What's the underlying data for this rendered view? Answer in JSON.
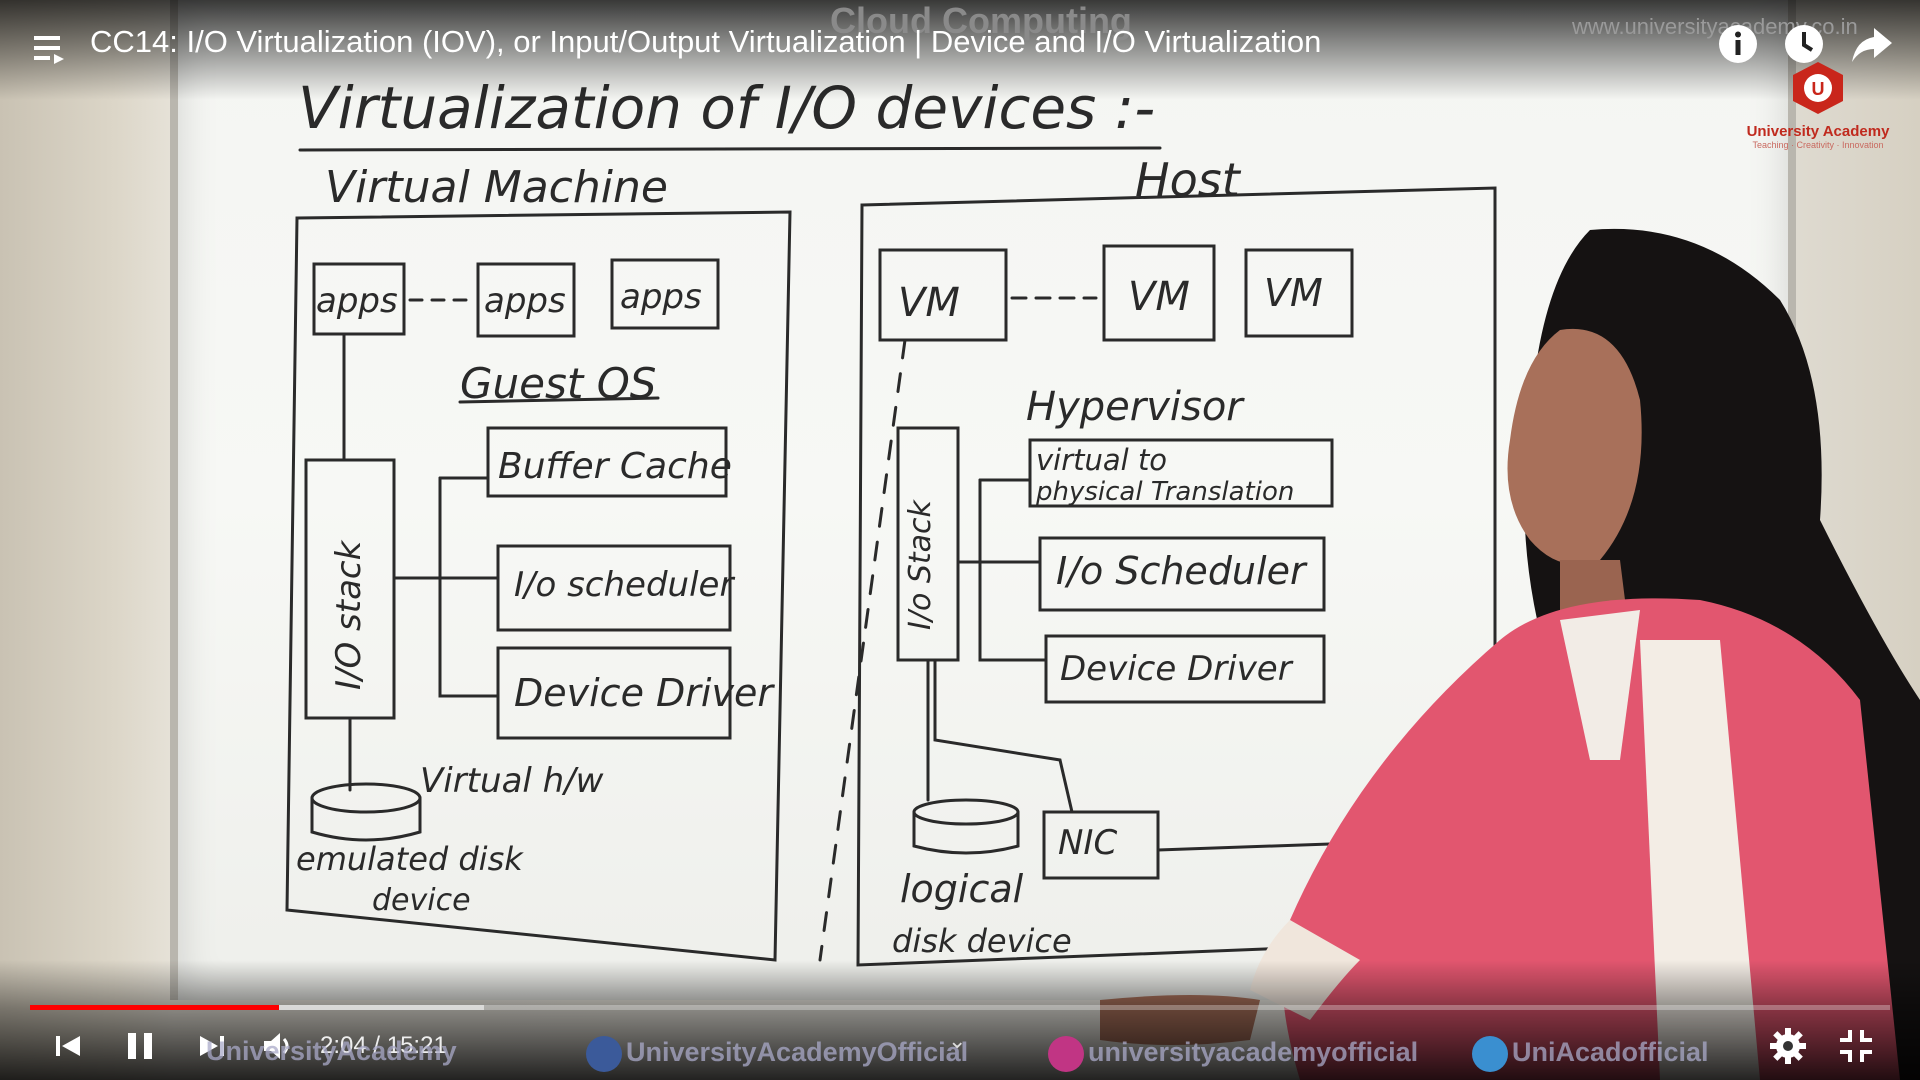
{
  "player": {
    "title": "CC14: I/O Virtualization (IOV), or Input/Output Virtualization | Device and I/O Virtualization",
    "time_current": "2:04",
    "time_separator": " / ",
    "time_total": "15:21",
    "progress_fraction": 0.134,
    "buffer_fraction": 0.244,
    "accent_color": "#ff0000"
  },
  "overlay": {
    "banner": "Cloud Computing",
    "url": "www.universityacademy.co.in",
    "logo_name": "University Academy",
    "logo_tagline": "Teaching · Creativity · Innovation"
  },
  "social": {
    "youtube": "UniversityAcademy",
    "facebook": "UniversityAcademyOfficial",
    "instagram": "universityacademyofficial",
    "twitter": "UniAcadofficial"
  },
  "whiteboard": {
    "heading": "Virtualization of I/O devices :-",
    "vm_label": "Virtual Machine",
    "host_label": "Host",
    "app_labels": [
      "apps",
      "apps",
      "apps"
    ],
    "guest_os": "Guest OS",
    "guest_boxes": [
      "Buffer Cache",
      "I/o scheduler",
      "Device Driver"
    ],
    "io_stack": "I/O stack",
    "virtual_hw": "Virtual h/w",
    "emulated_disk_1": "emulated disk",
    "emulated_disk_2": "device",
    "vm_labels": [
      "VM",
      "VM",
      "VM"
    ],
    "hypervisor": "Hypervisor",
    "host_box_1a": "virtual   to",
    "host_box_1b": "physical Translation",
    "host_boxes": [
      "I/o Scheduler",
      "Device Driver"
    ],
    "io_stack_host": "I/o Stack",
    "nic": "NIC",
    "logical_disk_1": "logical",
    "logical_disk_2": "disk device"
  },
  "icons": {
    "menu": "playlist-icon",
    "info": "info-icon",
    "watch_later": "clock-icon",
    "share": "share-icon",
    "prev": "skip-previous-icon",
    "pause": "pause-icon",
    "next": "skip-next-icon",
    "volume": "volume-icon",
    "settings": "gear-icon",
    "fullscreen_exit": "exit-fullscreen-icon"
  }
}
